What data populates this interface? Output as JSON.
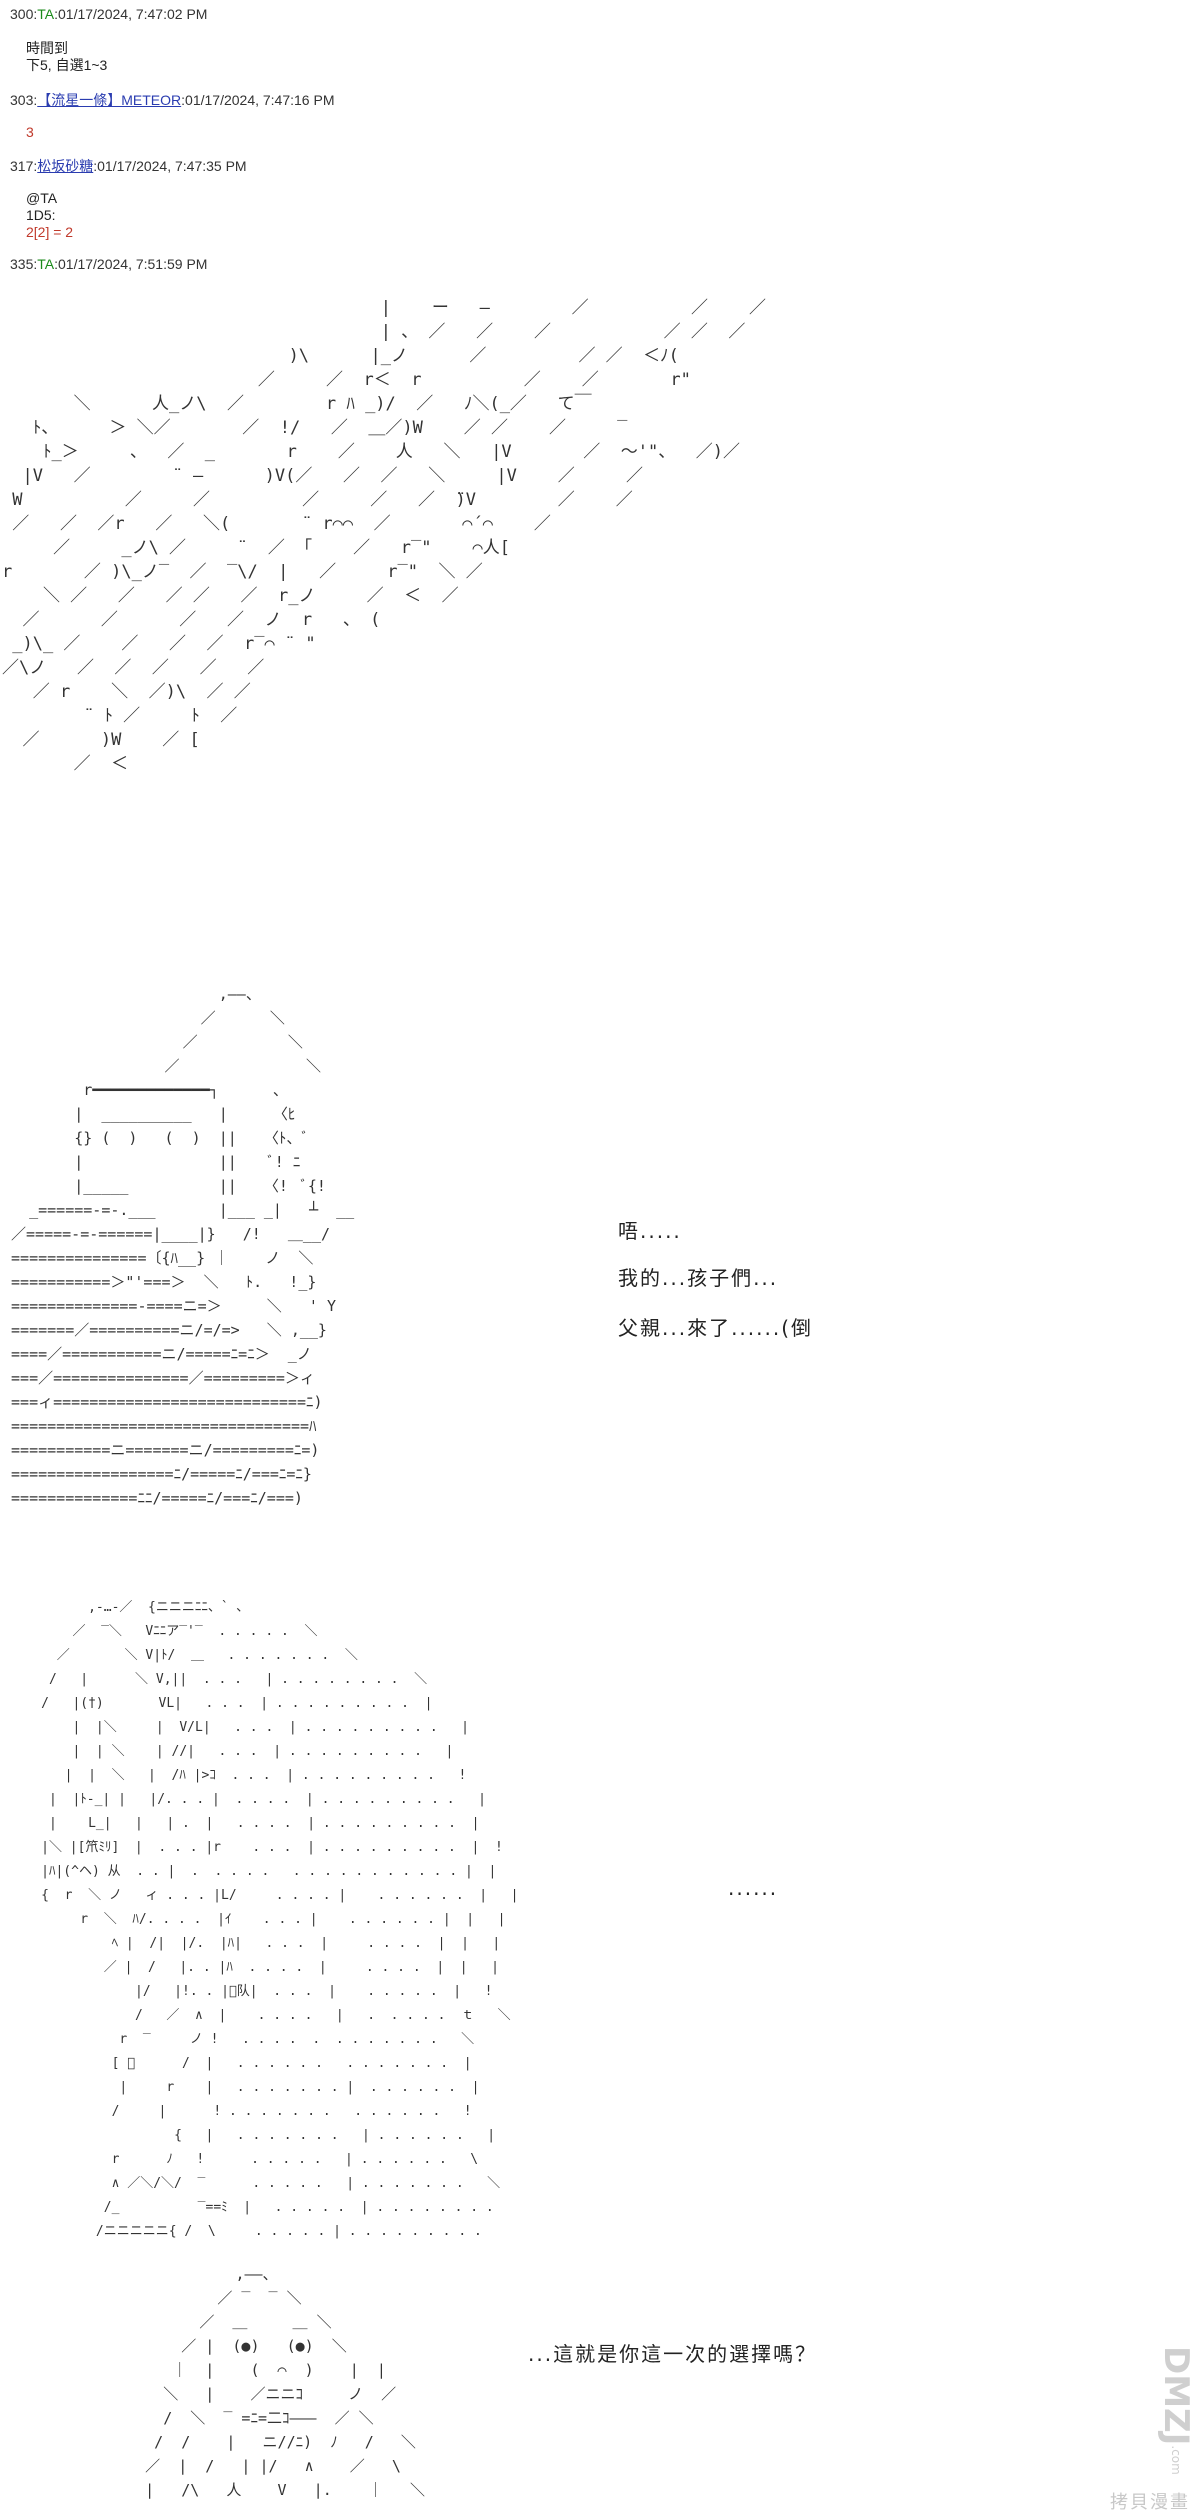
{
  "posts": [
    {
      "num": "300",
      "name": "TA",
      "date": "01/17/2024, 7:47:02 PM",
      "lines": [
        "時間到",
        "下5, 自選1~3"
      ]
    },
    {
      "num": "303",
      "name": "【流星一條】METEOR",
      "date": "01/17/2024, 7:47:16 PM",
      "lines": [
        "3"
      ]
    },
    {
      "num": "317",
      "name": "松坂砂糖",
      "date": "01/17/2024, 7:47:35 PM",
      "lines": [
        "@TA",
        "1D5:",
        "2[2] = 2"
      ]
    },
    {
      "num": "335",
      "name": "TA",
      "date": "01/17/2024, 7:51:59 PM",
      "lines": []
    }
  ],
  "art": {
    "rain": "                                     |    ー   ―        ／          ／    ／\n                                     | 、 ／   ／    ／           ／ ／  ／\n                            )\\      |_ノ      ／         ／ ／  ＜ﾉ(\n                         ／     ／  r＜  r          ／    ／       r\"\n       ＼      人_ノ\\  ／        r ﾊ _)/  ／   ﾉ＼(_／   て￣\n   ﾄ、     ＞ ＼／       ／  !/   ／  ＿／)W    ／ ／    ／     ‾\n    ﾄ_＞     、  ／  _       r    ／    人   ＼   |V       ／  ～'\"、  ／)／\n  |V   ／        ̈  ―      )V(／   ／  ／   ＼     |V    ／     ／\n W          ／     ／         ／     ／   ／  ̈)V        ／    ／\n ／   ／  ／r   ／   ＼(       ̈  r⌒⌒  ／       ⌒´⌒    ／\n     ／     _ノ\\ ／     ̈   ／ 「    ／   r‾\"    ⌒人[\nr       ／ )\\_ノ‾  ／  ‾\\/  |   ／     r‾\"  ＼ ／\n    ＼ ／   ／   ／ ／   ／  r_ノ     ／  ＜  ／\n  ／      ／      ／   ／  ノ  r   、 (\n _)\\_ ／    ／   ／  ／  r‾⌒ ̈  \"\n／\\ノ   ／  ／  ／   ／   ／\n   ／ r    ＼  ／)\\  ／ ／\n        ̈  ﾄ ／     ﾄ  ／\n  ／      )W    ／ [\n       ／  ＜",
    "mountain": "                        ,――、\n                      ／      ＼\n                    ／          ＼\n                  ／              ＼\n         r━━━━━━━━━━━━━┐      、\n        |  __________   |     〈ﾋ\n        {} (  )   (  )  ||   〈ﾄ、ﾞ\n        |               ||    ﾞ! ﾆ\n        |_____          ||   〈!  ﾞ{!\n   _======‐=-.___       |___ _|   ┴  __\n ／=====‐=‐======|____|}   /!   ＿__/\n ===============〔{ﾊ__} ｜    ノ  ＼\n ===========＞\"'===＞  ＼   ﾄ.   !_}\n ==============‐====ニ=＞     ＼   ' Y\n =======／==========ニ/=/=>   ＼ ,__}\n ====／===========ニ/=====ﾆ=ﾆ＞  _ノ\n ===／===============／=========＞ィ\n ===ィ============================ﾆ)\n =================================ﾊ\n ===========ニ=======ニ/=========ﾆ=)\n ==================ﾆ/=====ﾆ/===ﾆ=ﾆ}\n ==============ﾆﾆ/=====ﾆ/===ﾆ/===)",
    "ghost": "           ,-…-／  {ニニニﾆﾆ、` ､\n         ／  ‾＼   Vﾆﾆア‾'‾  . . . . .  ＼\n       ／       ＼ V|ﾄ/  ＿   . . . . . . .  ＼\n      /   |      ＼ V,||  . . .   | . . . . . . . .  ＼\n     /   |(†)       VL|   . . .  | . . . . . . . . .  |\n         |  |＼     |  V/L|   . . .  | . . . . . . . . .   |\n         |  | ＼    | //|   . . .  | . . . . . . . . .   |\n        |  |  ＼   |  /ﾊ |>ｺ  . . .  | . . . . . . . . .   !\n      |  |ﾄ-_| |   |/. . . |  . . . .  | . . . . . . . . .   |\n      |    L_|   |   | .  |   . . . .  | . . . . . . . . .  |\n     |＼ |[笊ﾐﾘ]  |  . . . |r    . . .  | . . . . . . . . .  |  !\n     |ﾊ|(^ヘ) 从  . . |  .  . . . .   . . . . . . . . . . . |  |\n     {  r  ＼ ノ   ィ . . . |L/     . . . . |    . . . . . .  |   |\n          r  ＼  ﾊ/. . . .  |ｲ    . . . |    . . . . . . |  |   |\n              ﾍ |  /|  |/.  |ﾊ|   . . .  |     . . . .  |  |   |\n             ／ |  /   |. . |ﾊ  . . . .  |     . . . .  |  |   |\n                 |/   |!. . |ﾟ队|  . . .  |    . . . . .  |   !\n                 /   ／  ∧  |    . . . .   |   .  . . . .  ｔ   ＼\n               r  ‾     ノ !   . . . .  .  . . . . . . .   ＼\n              [ ﾟ      /  |   . . . . . .   . . . . . . .  |\n               |     r    |   . . . . . . . |  . . . . . .  |\n              /     |      ! . . . . . . .   . . . . . .   !\n                      {   |   . . . . . . .   | . . . . . .   |\n              r      ﾉ   !      . . . . .   | . . . . . .   \\\n              ∧ ／＼/＼/  ‾      . . . . .   | . . . . . . .   ＼\n             /_          ‾==ﾐ  |   . . . . .  | . . . . . . . .\n            /ニニニニニ{ /  \\     . . . . . | . . . . . . . . .",
    "face": "               ,――、\n             ／ ‾  ‾ ＼\n           ／  ＿     ＿ ＼\n         ／ |  (●)   (●)  ＼\n        ｜  |    (  ⌒  )    |  |\n       ＼   |    ／ニニｺ     ノ  ／\n       /  ＼  ‾ =ﾆ=二ｺ―――  ／ ＼\n      /  /    |   ニ//ﾆ)  ﾉ   /   ＼\n     ／  |  /   | |/   ∧    ／   \\\n     |   /\\   人    V   |.    ｜   ＼"
  },
  "dialogs": {
    "mountain": [
      "唔.....",
      "我的...孩子們...",
      "父親...來了......(倒"
    ],
    "ghost": [
      "......"
    ],
    "face": [
      "...這就是你這一次的選擇嗎？"
    ]
  },
  "watermark": {
    "logo": "DMZJ",
    "logo_small": ".com",
    "text": "拷貝漫畫"
  }
}
